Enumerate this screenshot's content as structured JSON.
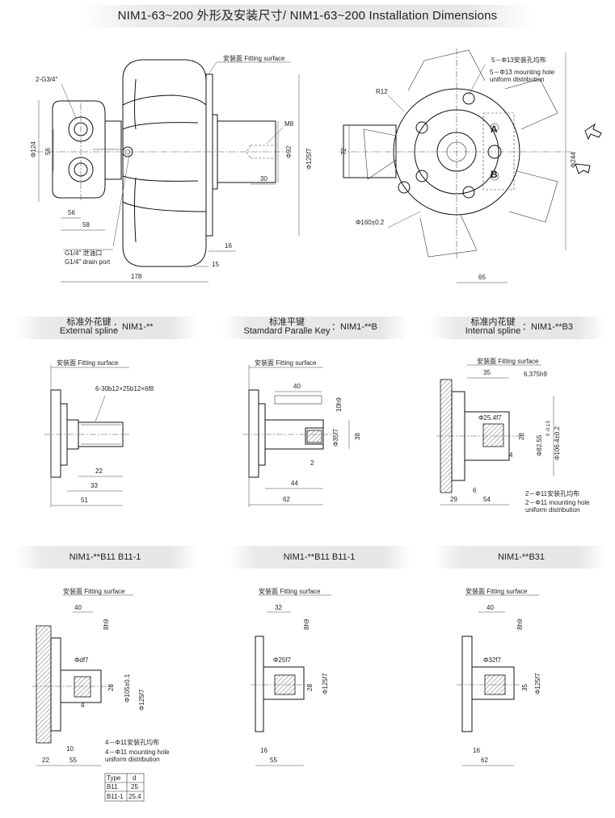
{
  "title": "NIM1-63~200 外形及安装尺寸/ NIM1-63~200 Installation Dimensions",
  "top_left": {
    "fitting_surface": "安装面 Fitting surface",
    "port": "2-G3/4\"",
    "drain_zh": "G1/4\" 泄油口",
    "drain_en": "G1/4\" drain port",
    "thread": "M8",
    "dims": {
      "d124": "Φ124",
      "d56v": "56",
      "d56h": "56",
      "d58": "58",
      "d178": "178",
      "d16": "16",
      "d15": "15",
      "d30": "30",
      "d92": "Φ92",
      "d125": "Φ125f7"
    }
  },
  "top_right": {
    "holes_zh": "5－Φ13安装孔均布",
    "holes_en1": "5－Φ13 mounting hole",
    "holes_en2": "uniform distribution",
    "r12": "R12",
    "port_a": "A",
    "port_b": "B",
    "d72": "72",
    "d160": "Φ160±0.2",
    "d244": "Φ244",
    "d65": "65"
  },
  "headers": {
    "external": {
      "zh": "标准外花键",
      "en": "External spline",
      "code": "：NIM1-**"
    },
    "parallel": {
      "zh": "标准平键",
      "en": "Stamdard Paralle Key",
      "code": "：NIM1-**B"
    },
    "internal": {
      "zh": "标准内花键",
      "en": "Internal spline",
      "code": "：NIM1-**B3"
    }
  },
  "ext": {
    "fit": "安装面 Fitting surface",
    "spline": "6-30b12×25b12×6f8",
    "d22": "22",
    "d33": "33",
    "d51": "51"
  },
  "par": {
    "fit": "安装面 Fitting surface",
    "d40": "40",
    "d10h9": "10h9",
    "d35": "Φ35f7",
    "d38": "38",
    "d2": "2",
    "d44": "44",
    "d62": "62"
  },
  "int": {
    "fit": "安装面 Fitting surface",
    "d35": "35",
    "d6375": "6.375h9",
    "d254": "Φ25.4f7",
    "d28": "28",
    "d8255": "Φ82.55",
    "tol": "0 -0.13",
    "d1064": "Φ106.4±0.2",
    "d4": "4",
    "d6": "6",
    "holes_zh": "2－Φ11安装孔均布",
    "holes_en1": "2－Φ11 mounting hole",
    "holes_en2": "uniform distribution",
    "d29": "29",
    "d54": "54"
  },
  "sub_headers": {
    "b11a": "NIM1-**B11  B11-1",
    "b11b": "NIM1-**B11  B11-1",
    "b31": "NIM1-**B31"
  },
  "b11a": {
    "fit": "安装面 Fitting surface",
    "d40": "40",
    "d8h9": "8h9",
    "ddf7": "Φdf7",
    "d28": "28",
    "d105": "Φ105±0.1",
    "d125": "Φ125f7",
    "d4": "4",
    "holes_zh": "4－Φ11安装孔均布",
    "holes_en1": "4－Φ11 mounting hole",
    "holes_en2": "uniform distribution",
    "d10": "10",
    "d22": "22",
    "d55": "55",
    "table": {
      "head": [
        "Type",
        "d"
      ],
      "rows": [
        [
          "B11",
          "25"
        ],
        [
          "B11-1",
          "25.4"
        ]
      ]
    }
  },
  "b11b": {
    "fit": "安装面 Fitting surface",
    "d32": "32",
    "d8h9": "8h9",
    "d25": "Φ25f7",
    "d28": "28",
    "d125": "Φ125f7",
    "d16": "16",
    "d55": "55"
  },
  "b31": {
    "fit": "安装面 Fitting surface",
    "d40": "40",
    "d8h9": "8h9",
    "d32": "Φ32f7",
    "d35": "35",
    "d125": "Φ125f7",
    "d16": "16",
    "d62": "62"
  }
}
